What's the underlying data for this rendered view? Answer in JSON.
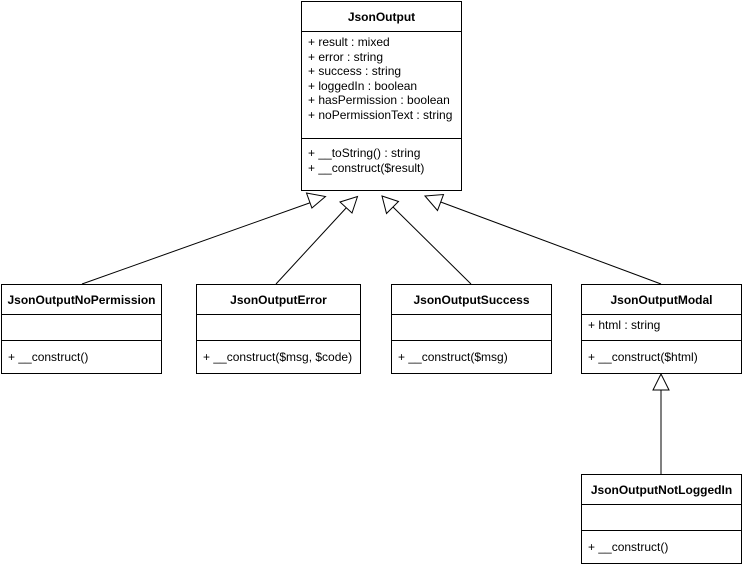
{
  "classes": {
    "json_output": {
      "name": "JsonOutput",
      "attributes": [
        "+ result : mixed",
        "+ error : string",
        "+ success : string",
        "+ loggedIn : boolean",
        "+ hasPermission : boolean",
        "+ noPermissionText : string"
      ],
      "methods": [
        "+ __toString() : string",
        "+ __construct($result)"
      ]
    },
    "json_output_no_permission": {
      "name": "JsonOutputNoPermission",
      "attributes": [],
      "methods": [
        "+ __construct()"
      ]
    },
    "json_output_error": {
      "name": "JsonOutputError",
      "attributes": [],
      "methods": [
        "+ __construct($msg, $code)"
      ]
    },
    "json_output_success": {
      "name": "JsonOutputSuccess",
      "attributes": [],
      "methods": [
        "+ __construct($msg)"
      ]
    },
    "json_output_modal": {
      "name": "JsonOutputModal",
      "attributes": [
        "+ html : string"
      ],
      "methods": [
        "+ __construct($html)"
      ]
    },
    "json_output_not_logged_in": {
      "name": "JsonOutputNotLoggedIn",
      "attributes": [],
      "methods": [
        "+ __construct()"
      ]
    }
  },
  "inheritance": [
    {
      "child": "JsonOutputNoPermission",
      "parent": "JsonOutput"
    },
    {
      "child": "JsonOutputError",
      "parent": "JsonOutput"
    },
    {
      "child": "JsonOutputSuccess",
      "parent": "JsonOutput"
    },
    {
      "child": "JsonOutputModal",
      "parent": "JsonOutput"
    },
    {
      "child": "JsonOutputNotLoggedIn",
      "parent": "JsonOutputModal"
    }
  ]
}
